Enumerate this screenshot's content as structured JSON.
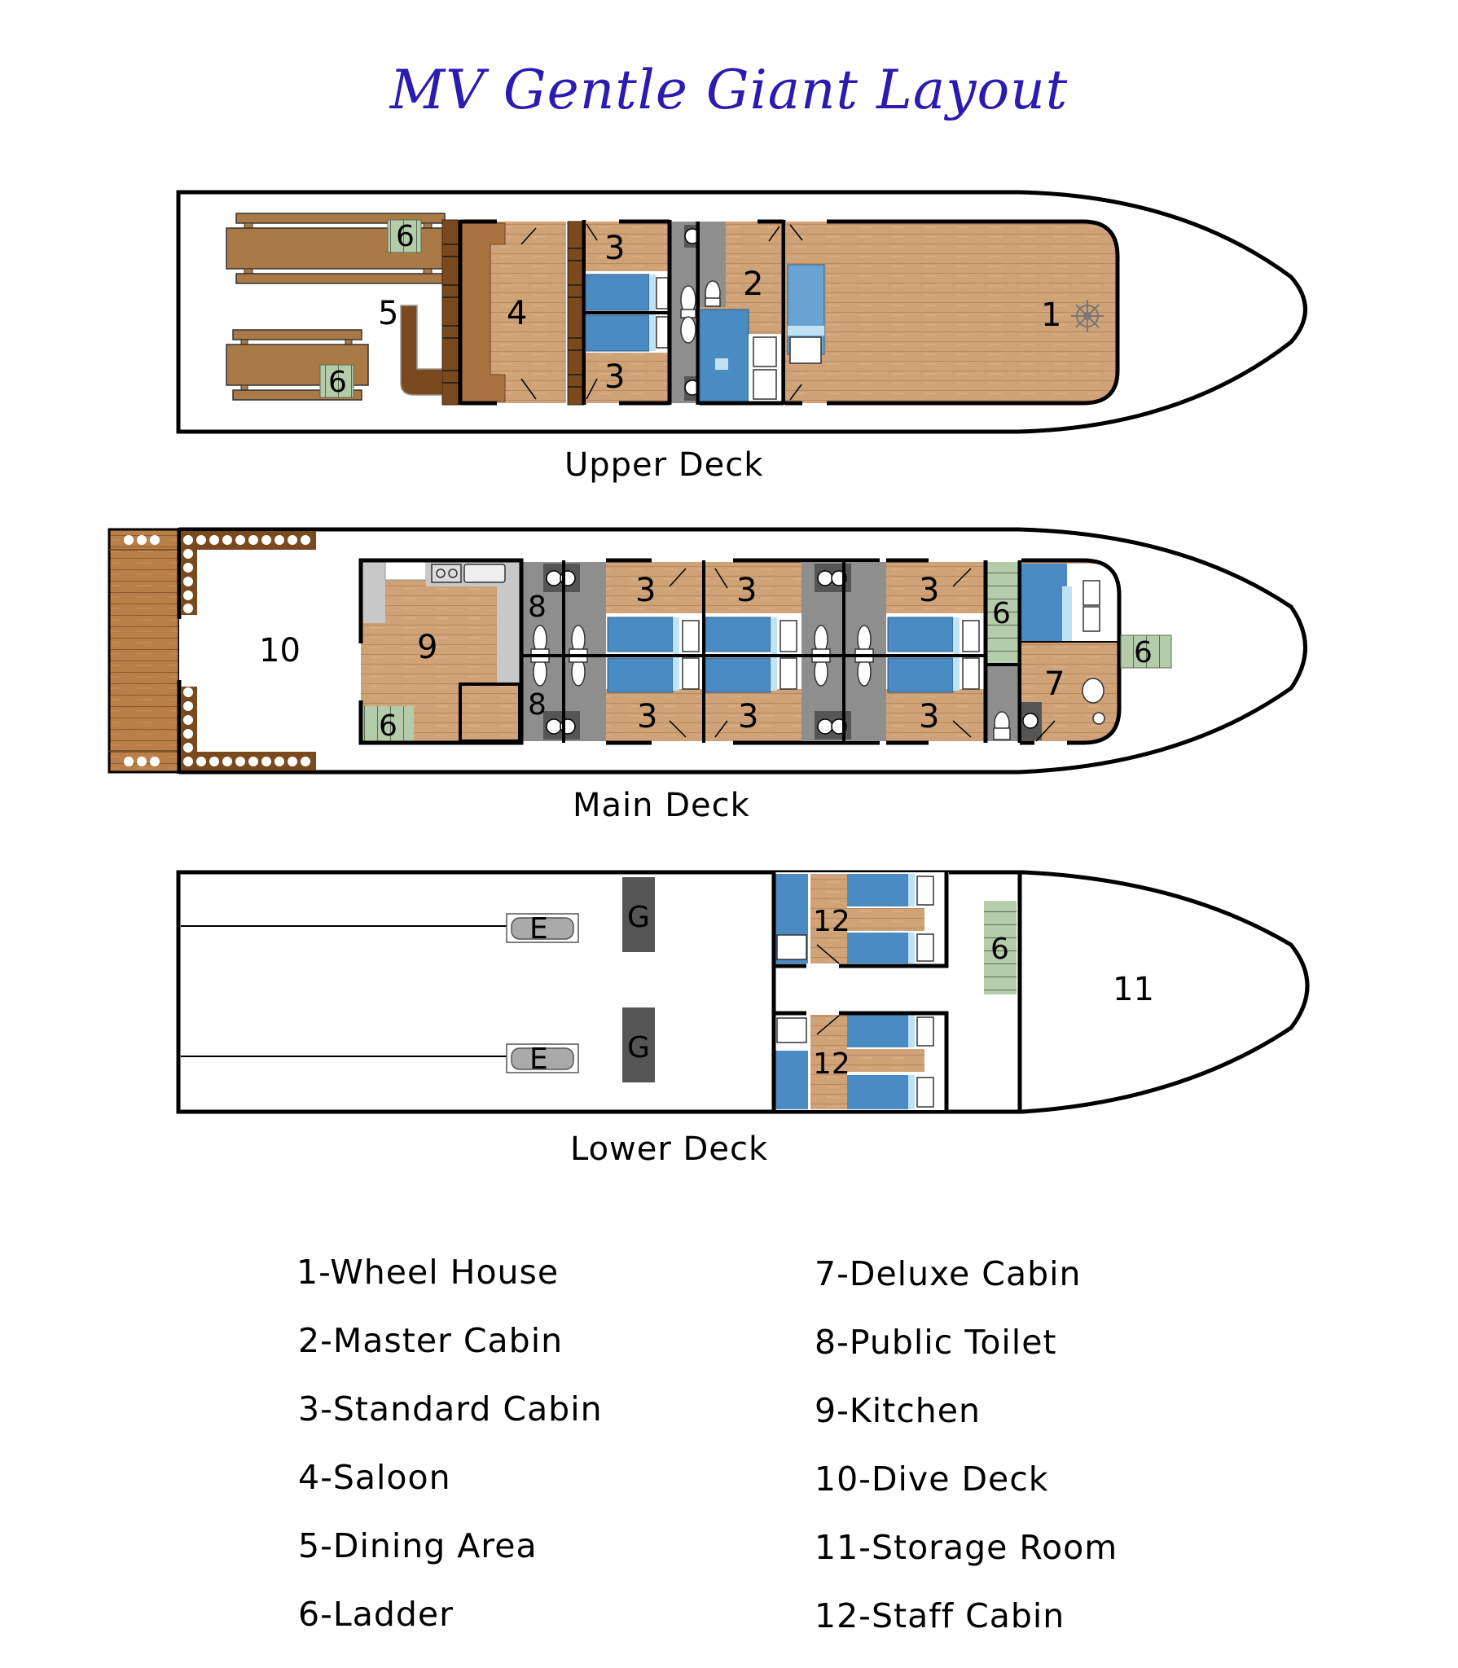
{
  "title": "MV Gentle Giant Layout",
  "colors": {
    "title": "#2B1BB0",
    "wood_floor": "#CFA277",
    "wood_trim": "#7A4A1E",
    "table_wood": "#A97A45",
    "bed_blue": "#4A8BC4",
    "bed_light_blue": "#BFE3F5",
    "bathroom_gray": "#8E8E8E",
    "bathroom_dark": "#555555",
    "ladder_green": "#B5CCAA",
    "dive_platform": "#A9693A",
    "generator": "#555555",
    "engine": "#AAAAAA"
  },
  "decks": {
    "upper": {
      "label": "Upper Deck",
      "rooms": {
        "dining": "5",
        "ladder_a": "6",
        "ladder_b": "6",
        "saloon": "4",
        "std_cabin_top": "3",
        "std_cabin_bottom": "3",
        "master_cabin": "2",
        "wheel_house": "1"
      }
    },
    "main": {
      "label": "Main Deck",
      "rooms": {
        "dive_deck": "10",
        "kitchen": "9",
        "ladder_kitchen": "6",
        "toilet_top": "8",
        "toilet_bottom": "8",
        "std_cabins_top": [
          "3",
          "3",
          "3"
        ],
        "std_cabins_bottom": [
          "3",
          "3",
          "3"
        ],
        "ladder_mid": "6",
        "deluxe_cabin": "7",
        "ladder_bow": "6"
      }
    },
    "lower": {
      "label": "Lower Deck",
      "rooms": {
        "engine_top": "E",
        "engine_bottom": "E",
        "generator_top": "G",
        "generator_bottom": "G",
        "staff_cabin_top": "12",
        "staff_cabin_bottom": "12",
        "ladder": "6",
        "storage": "11"
      }
    }
  },
  "legend": {
    "left": [
      "1-Wheel House",
      "2-Master Cabin",
      "3-Standard Cabin",
      "4-Saloon",
      "5-Dining Area",
      "6-Ladder"
    ],
    "right": [
      "7-Deluxe Cabin",
      "8-Public Toilet",
      "9-Kitchen",
      "10-Dive Deck",
      "11-Storage Room",
      "12-Staff Cabin"
    ]
  }
}
